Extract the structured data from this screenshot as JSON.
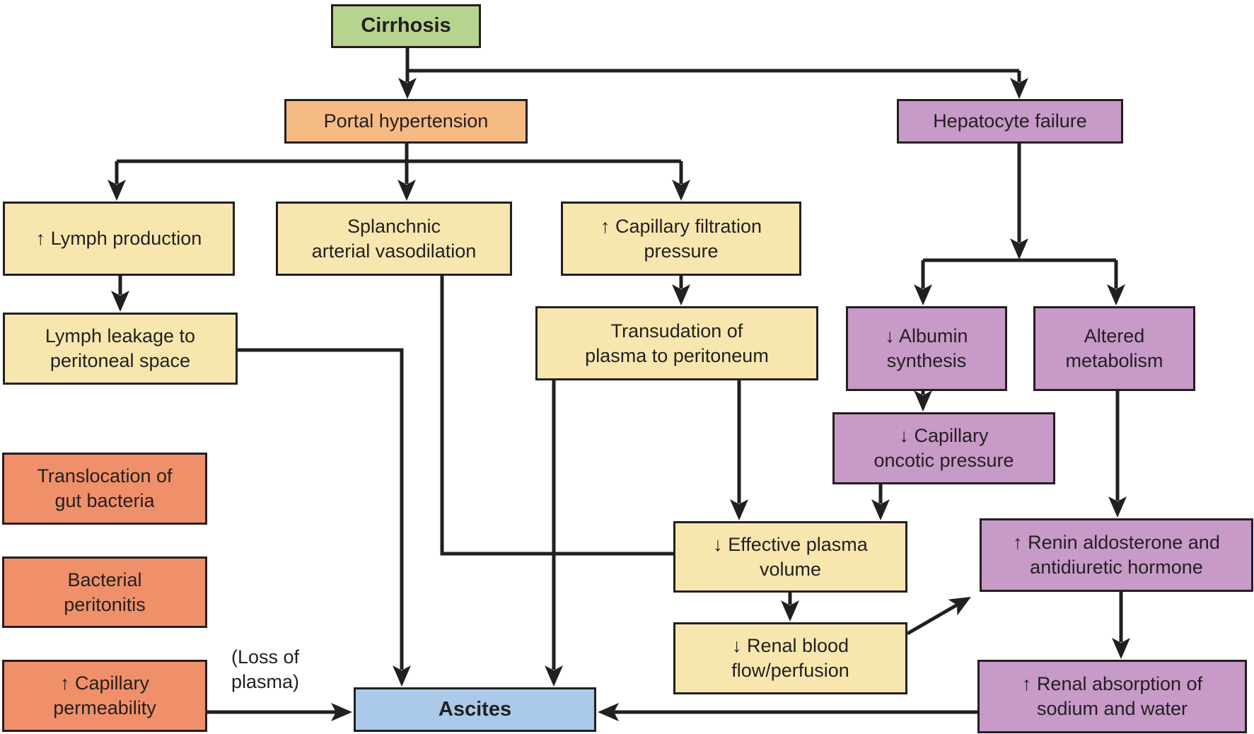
{
  "diagram": {
    "nodes": {
      "cirrhosis": {
        "label": "Cirrhosis",
        "color": "#B7D48E"
      },
      "portal_hypertension": {
        "label": "Portal hypertension",
        "color": "#F6BA85"
      },
      "hepatocyte_failure": {
        "label": "Hepatocyte failure",
        "color": "#C79AC8"
      },
      "lymph_production": {
        "label": "↑ Lymph production",
        "color": "#F7E7AE"
      },
      "splanchnic_vasodilation": {
        "label": "Splanchnic\narterial vasodilation",
        "color": "#F7E7AE"
      },
      "capillary_filtration": {
        "label": "↑ Capillary filtration\npressure",
        "color": "#F7E7AE"
      },
      "lymph_leakage": {
        "label": "Lymph leakage to\nperitoneal space",
        "color": "#F7E7AE"
      },
      "transudation": {
        "label": "Transudation of\nplasma to peritoneum",
        "color": "#F7E7AE"
      },
      "albumin_synthesis": {
        "label": "↓ Albumin\nsynthesis",
        "color": "#C79AC8"
      },
      "altered_metabolism": {
        "label": "Altered\nmetabolism",
        "color": "#C79AC8"
      },
      "oncotic_pressure": {
        "label": "↓ Capillary\noncotic pressure",
        "color": "#C79AC8"
      },
      "translocation": {
        "label": "Translocation of\ngut bacteria",
        "color": "#F0906A"
      },
      "bacterial_peritonitis": {
        "label": "Bacterial\nperitonitis",
        "color": "#F0906A"
      },
      "capillary_permeability": {
        "label": "↑ Capillary\npermeability",
        "color": "#F0906A"
      },
      "effective_plasma_volume": {
        "label": "↓ Effective plasma\nvolume",
        "color": "#F7E7AE"
      },
      "renal_blood_flow": {
        "label": "↓ Renal blood\nflow/perfusion",
        "color": "#F7E7AE"
      },
      "renin_aldosterone": {
        "label": "↑ Renin aldosterone and\nantidiuretic hormone",
        "color": "#C79AC8"
      },
      "renal_absorption": {
        "label": "↑ Renal absorption of\nsodium and water",
        "color": "#C79AC8"
      },
      "ascites": {
        "label": "Ascites",
        "color": "#ABC9E9"
      }
    },
    "annotations": {
      "loss_of_plasma": "(Loss of\nplasma)"
    },
    "palette": {
      "line": "#231F20",
      "green": "#B7D48E",
      "orange": "#F6BA85",
      "purple": "#C79AC8",
      "yellow": "#F7E7AE",
      "red": "#F0906A",
      "blue": "#ABC9E9"
    }
  }
}
